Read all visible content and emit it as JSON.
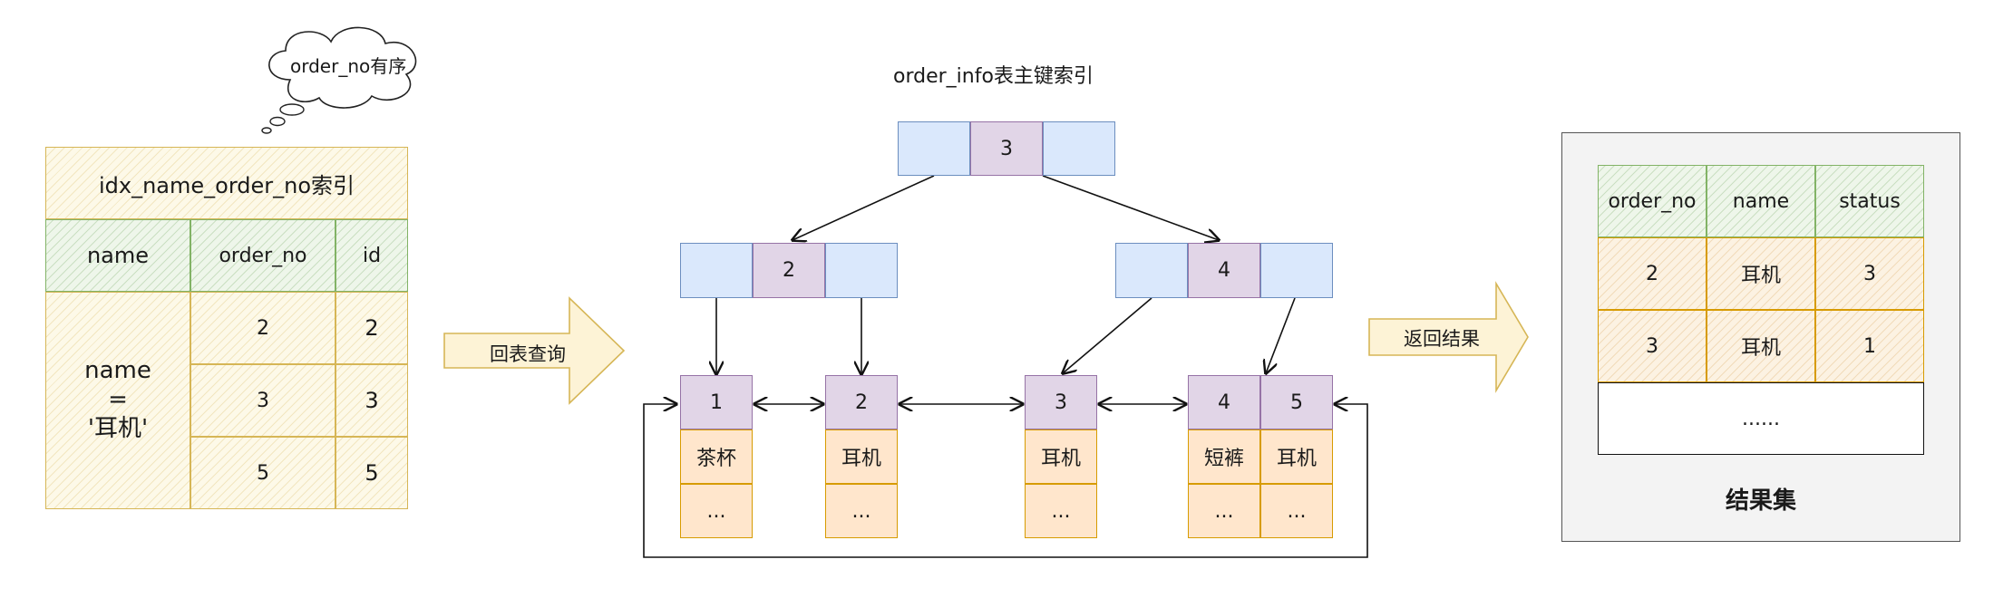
{
  "thought_bubble": {
    "text": "order_no有序"
  },
  "index_table": {
    "title": "idx_name_order_no索引",
    "headers": [
      "name",
      "order_no",
      "id"
    ],
    "name_label": [
      "name",
      "=",
      "'耳机'"
    ],
    "rows": [
      {
        "order_no": "2",
        "id": "2"
      },
      {
        "order_no": "3",
        "id": "3"
      },
      {
        "order_no": "5",
        "id": "5"
      }
    ]
  },
  "arrow_back_to_table": {
    "label": "回表查询"
  },
  "pk_index": {
    "title": "order_info表主键索引",
    "root": {
      "key": "3"
    },
    "internal": [
      {
        "key": "2"
      },
      {
        "key": "4"
      }
    ],
    "leaves": [
      {
        "id": "1",
        "name": "茶杯",
        "more": "..."
      },
      {
        "id": "2",
        "name": "耳机",
        "more": "..."
      },
      {
        "id": "3",
        "name": "耳机",
        "more": "..."
      },
      {
        "id": "4",
        "name": "短裤",
        "more": "..."
      },
      {
        "id": "5",
        "name": "耳机",
        "more": "..."
      }
    ]
  },
  "arrow_return": {
    "label": "返回结果"
  },
  "result_set": {
    "title": "结果集",
    "headers": [
      "order_no",
      "name",
      "status"
    ],
    "rows": [
      [
        "2",
        "耳机",
        "3"
      ],
      [
        "3",
        "耳机",
        "1"
      ]
    ],
    "ellipsis": "......"
  },
  "colors": {
    "blue_fill": "#dae8fc",
    "blue_stroke": "#6c8ebf",
    "purple_fill": "#e1d5e7",
    "purple_stroke": "#9673a6",
    "orange_fill": "#ffe6cc",
    "orange_stroke": "#d79b00",
    "yellow_stroke": "#d6b656",
    "green_stroke": "#82b366"
  }
}
